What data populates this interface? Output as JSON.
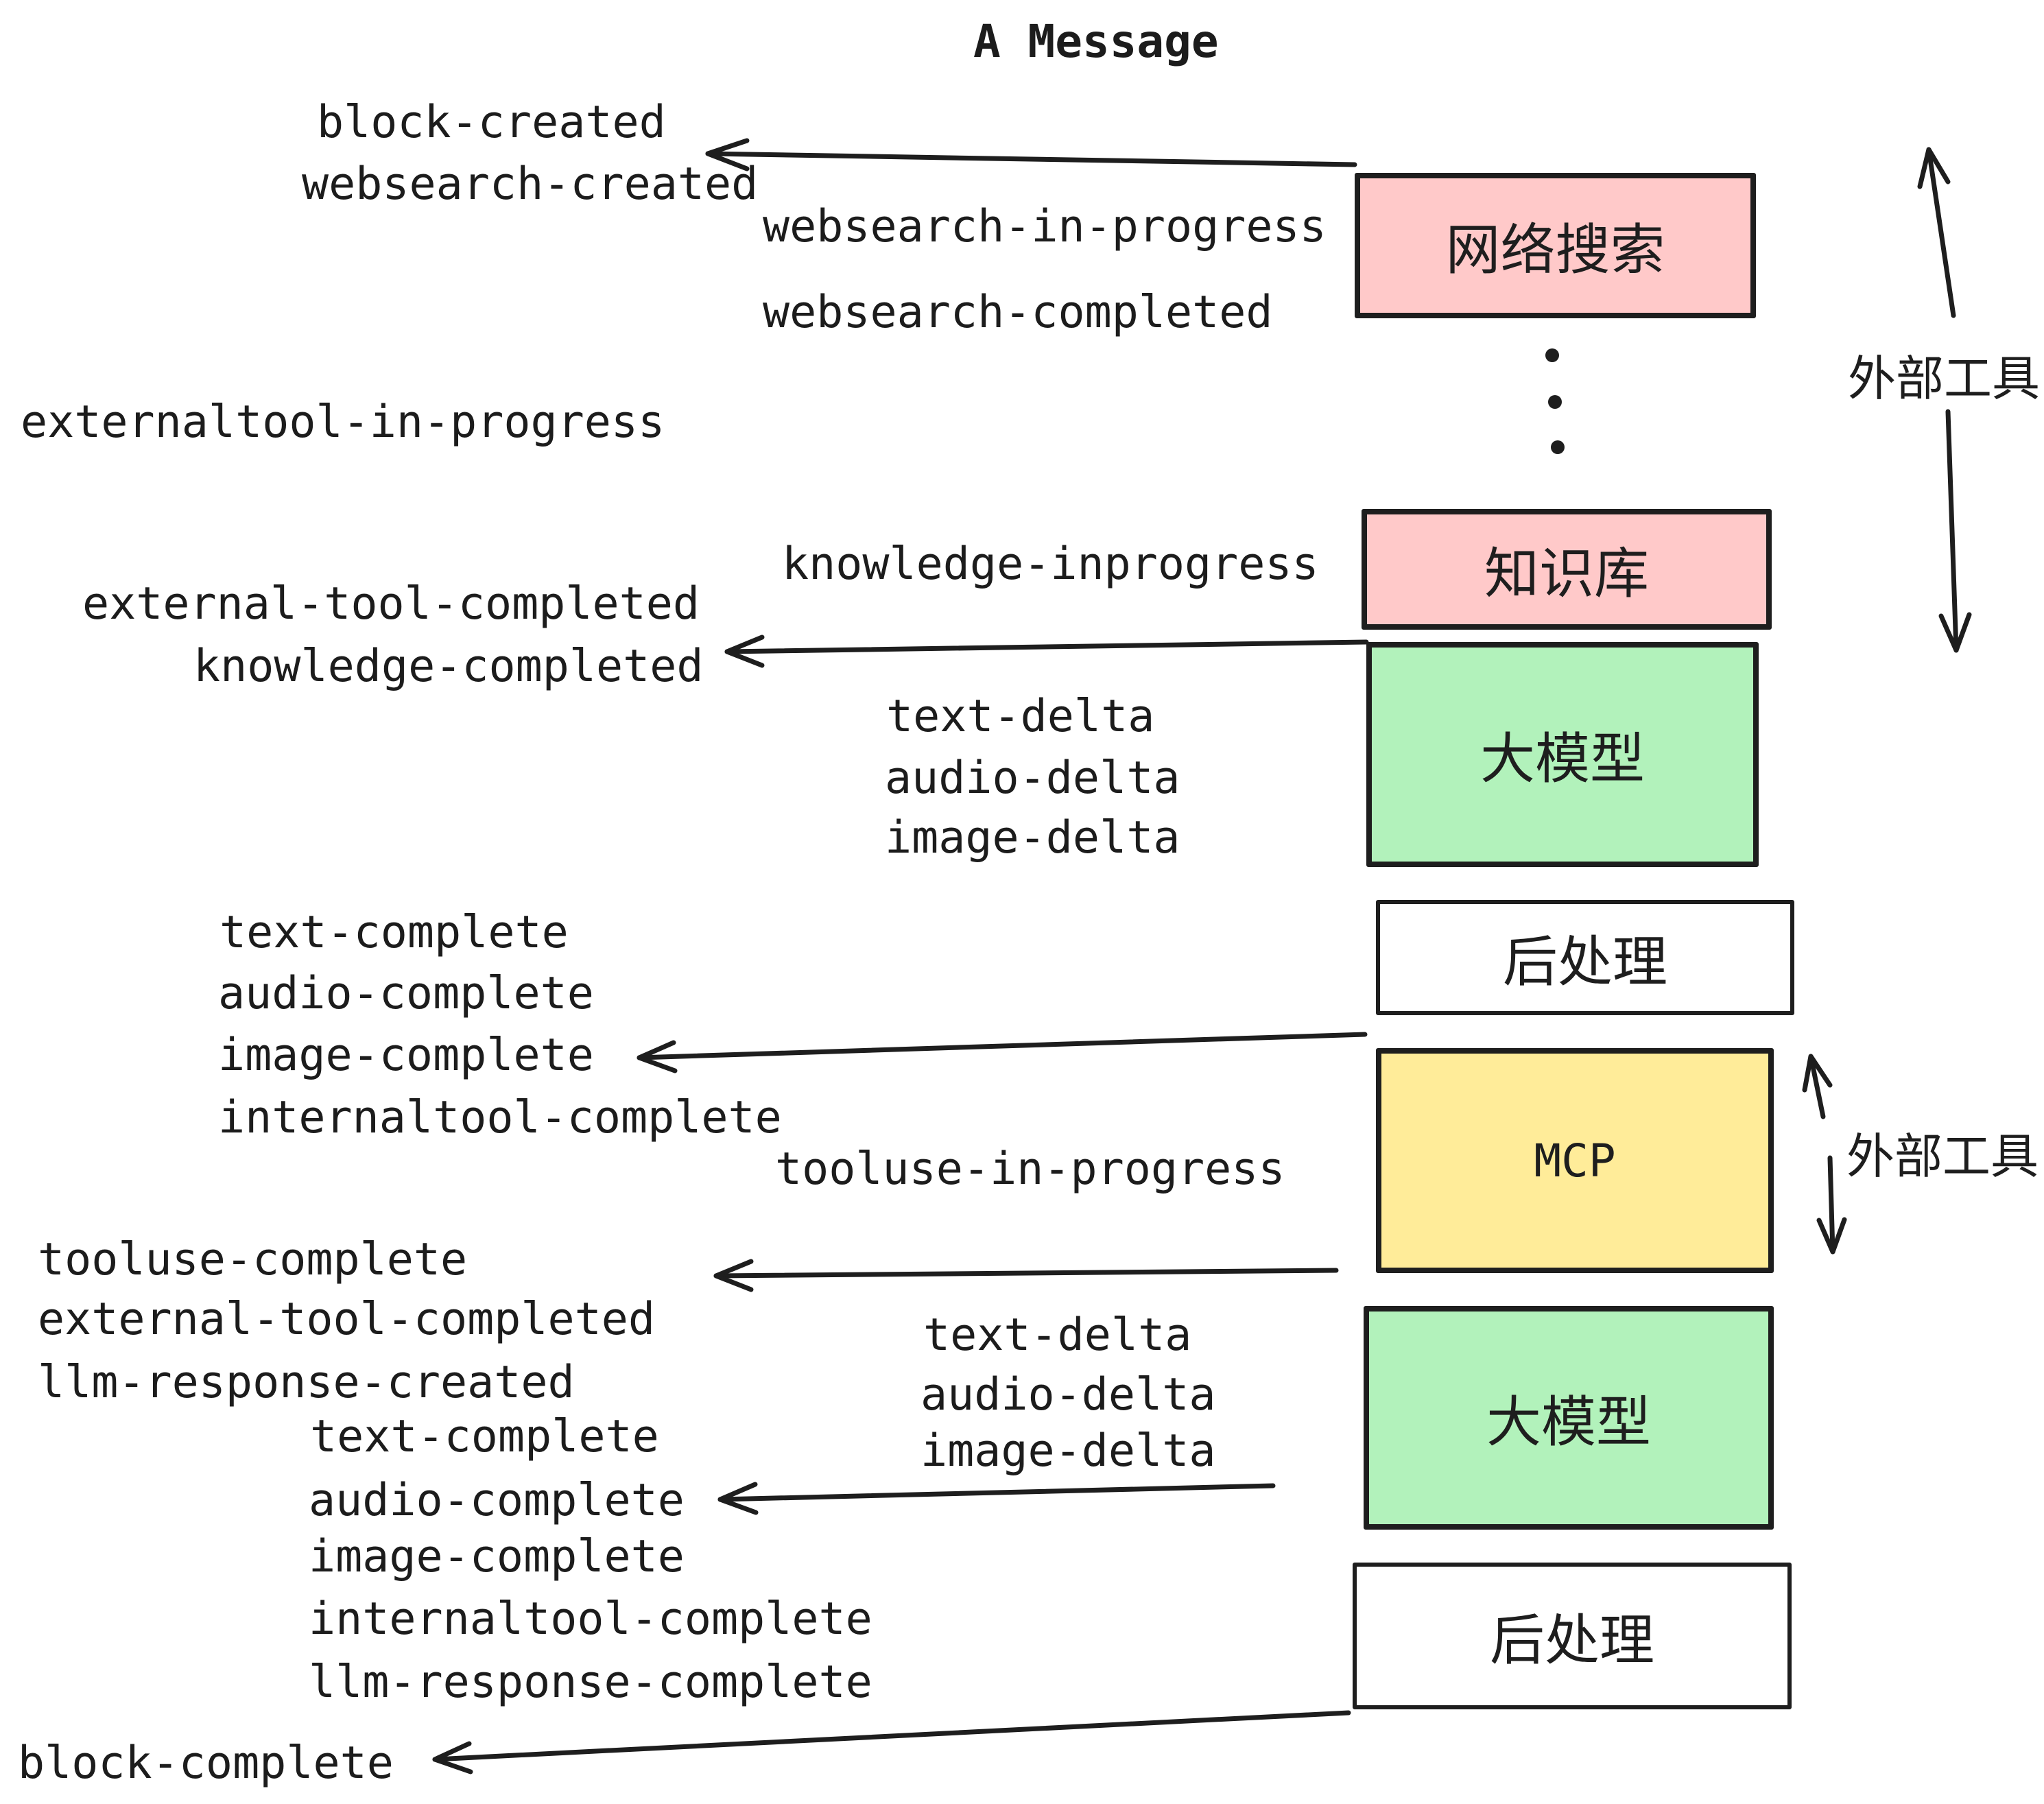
{
  "title": "A Message",
  "colors": {
    "ink": "#1e1e1e",
    "box_pink": "#ffc9c9",
    "box_green": "#b2f2bb",
    "box_yellow": "#ffec99",
    "box_white": "#ffffff"
  },
  "boxes": {
    "websearch": "网络搜索",
    "knowledge": "知识库",
    "llm1": "大模型",
    "post1": "后处理",
    "mcp": "MCP",
    "llm2": "大模型",
    "post2": "后处理"
  },
  "side_labels": {
    "external_tools_top": "外部工具",
    "external_tools_mid": "外部工具"
  },
  "events": {
    "block_created": "block-created",
    "websearch_created": "websearch-created",
    "websearch_in_progress": "websearch-in-progress",
    "websearch_completed": "websearch-completed",
    "externaltool_in_progress": "externaltool-in-progress",
    "knowledge_inprogress": "knowledge-inprogress",
    "external_tool_completed": "external-tool-completed",
    "knowledge_completed": "knowledge-completed",
    "text_delta_1": "text-delta",
    "audio_delta_1": "audio-delta",
    "image_delta_1": "image-delta",
    "text_complete_1": "text-complete",
    "audio_complete_1": "audio-complete",
    "image_complete_1": "image-complete",
    "internaltool_complete_1": "internaltool-complete",
    "tooluse_in_progress": "tooluse-in-progress",
    "tooluse_complete": "tooluse-complete",
    "external_tool_completed_2": "external-tool-completed",
    "llm_response_created": "llm-response-created",
    "text_delta_2": "text-delta",
    "audio_delta_2": "audio-delta",
    "image_delta_2": "image-delta",
    "text_complete_2": "text-complete",
    "audio_complete_2": "audio-complete",
    "image_complete_2": "image-complete",
    "internaltool_complete_2": "internaltool-complete",
    "llm_response_complete": "llm-response-complete",
    "block_complete": "block-complete"
  }
}
